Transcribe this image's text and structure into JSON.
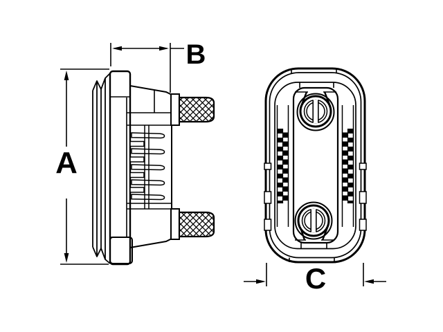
{
  "drawing": {
    "type": "technical-line-drawing",
    "subject": "battery disconnect switch, side view and face view with dimension callouts",
    "colors": {
      "background": "#ffffff",
      "line": "#000000"
    },
    "dimension_labels": {
      "a": "A",
      "b": "B",
      "c": "C"
    }
  }
}
